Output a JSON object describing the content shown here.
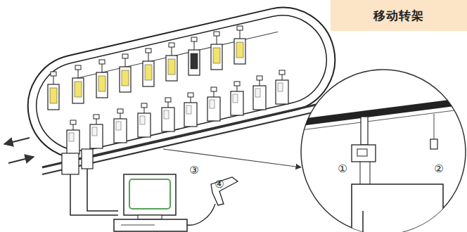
{
  "diagram": {
    "nodes": [
      {
        "text": [
          "移动转架"
        ]
      }
    ],
    "labels": [
      "①",
      "②",
      "③",
      "④"
    ]
  }
}
